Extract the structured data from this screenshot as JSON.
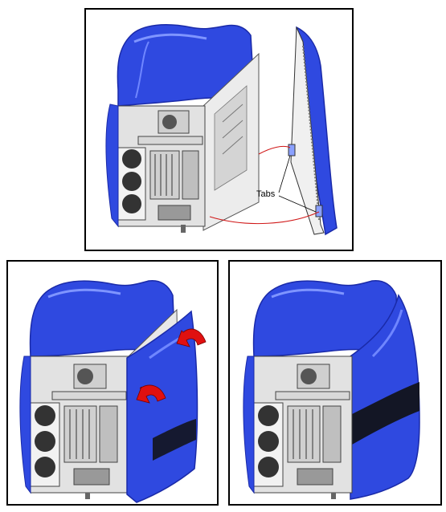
{
  "figure": {
    "callout_label": "Tabs",
    "colors": {
      "cover_blue": "#2f49e0",
      "cover_dark": "#1a2aa8",
      "cover_light": "#6f86ff",
      "chassis_gray": "#e2e2e2",
      "chassis_dark": "#8c8c8c",
      "arrow_red": "#e01010",
      "leader_red": "#d01818",
      "panel_border": "#000000"
    },
    "icons": {
      "step1": "chassis-with-detached-side-panel",
      "step2": "side-panel-being-attached",
      "step3": "chassis-with-side-panel-installed"
    }
  }
}
